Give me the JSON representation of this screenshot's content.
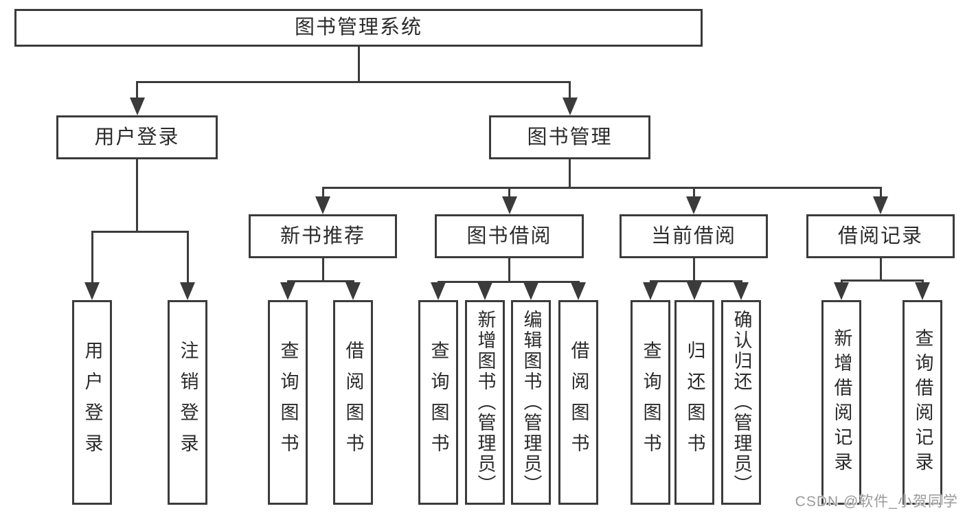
{
  "watermark": {
    "label": "CSDN @软件_小贺同学"
  },
  "colors": {
    "line": "#3b3b3b",
    "text": "#2b2b2b",
    "watermark": "#9a9a9a",
    "background": "#ffffff"
  },
  "nodes": [
    {
      "id": "root",
      "label": "图书管理系统",
      "parent": null,
      "orientation": "horizontal"
    },
    {
      "id": "user-login",
      "label": "用户登录",
      "parent": "root",
      "orientation": "horizontal"
    },
    {
      "id": "book-mgmt",
      "label": "图书管理",
      "parent": "root",
      "orientation": "horizontal"
    },
    {
      "id": "new-book-rec",
      "label": "新书推荐",
      "parent": "book-mgmt",
      "orientation": "horizontal"
    },
    {
      "id": "book-borrow",
      "label": "图书借阅",
      "parent": "book-mgmt",
      "orientation": "horizontal"
    },
    {
      "id": "current-borrow",
      "label": "当前借阅",
      "parent": "book-mgmt",
      "orientation": "horizontal"
    },
    {
      "id": "borrow-records",
      "label": "借阅记录",
      "parent": "book-mgmt",
      "orientation": "horizontal"
    },
    {
      "id": "leaf-user-login",
      "label": "用户登录",
      "parent": "user-login",
      "orientation": "vertical"
    },
    {
      "id": "leaf-logout",
      "label": "注销登录",
      "parent": "user-login",
      "orientation": "vertical"
    },
    {
      "id": "leaf-query-book-1",
      "label": "查询图书",
      "parent": "new-book-rec",
      "orientation": "vertical"
    },
    {
      "id": "leaf-borrow-book-1",
      "label": "借阅图书",
      "parent": "new-book-rec",
      "orientation": "vertical"
    },
    {
      "id": "leaf-query-book-2",
      "label": "查询图书",
      "parent": "book-borrow",
      "orientation": "vertical"
    },
    {
      "id": "leaf-add-book",
      "label": "新增图书（管理员）",
      "parent": "book-borrow",
      "orientation": "vertical"
    },
    {
      "id": "leaf-edit-book",
      "label": "编辑图书（管理员）",
      "parent": "book-borrow",
      "orientation": "vertical"
    },
    {
      "id": "leaf-borrow-book-2",
      "label": "借阅图书",
      "parent": "book-borrow",
      "orientation": "vertical"
    },
    {
      "id": "leaf-query-book-3",
      "label": "查询图书",
      "parent": "current-borrow",
      "orientation": "vertical"
    },
    {
      "id": "leaf-return-book",
      "label": "归还图书",
      "parent": "current-borrow",
      "orientation": "vertical"
    },
    {
      "id": "leaf-confirm-return",
      "label": "确认归还（管理员）",
      "parent": "current-borrow",
      "orientation": "vertical"
    },
    {
      "id": "leaf-add-borrow-record",
      "label": "新增借阅记录",
      "parent": "borrow-records",
      "orientation": "vertical"
    },
    {
      "id": "leaf-query-borrow-record",
      "label": "查询借阅记录",
      "parent": "borrow-records",
      "orientation": "vertical"
    }
  ]
}
